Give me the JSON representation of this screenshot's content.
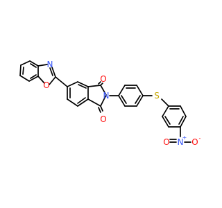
{
  "molecule": {
    "atoms": {
      "n_oxazole": {
        "label": "N",
        "color": "#3050f8"
      },
      "o_oxazole": {
        "label": "O",
        "color": "#ff0d0d"
      },
      "o_carbonyl_top": {
        "label": "O",
        "color": "#ff0d0d"
      },
      "n_imide": {
        "label": "N",
        "color": "#3050f8"
      },
      "o_carbonyl_bottom": {
        "label": "O",
        "color": "#ff0d0d"
      },
      "s_thioether": {
        "label": "S",
        "color": "#c8a800"
      },
      "n_nitro": {
        "label": "N",
        "color": "#3050f8",
        "charge": "+"
      },
      "o_nitro_left": {
        "label": "O",
        "color": "#ff0d0d"
      },
      "o_nitro_right": {
        "label": "O",
        "color": "#ff0d0d",
        "charge": "-"
      }
    }
  }
}
